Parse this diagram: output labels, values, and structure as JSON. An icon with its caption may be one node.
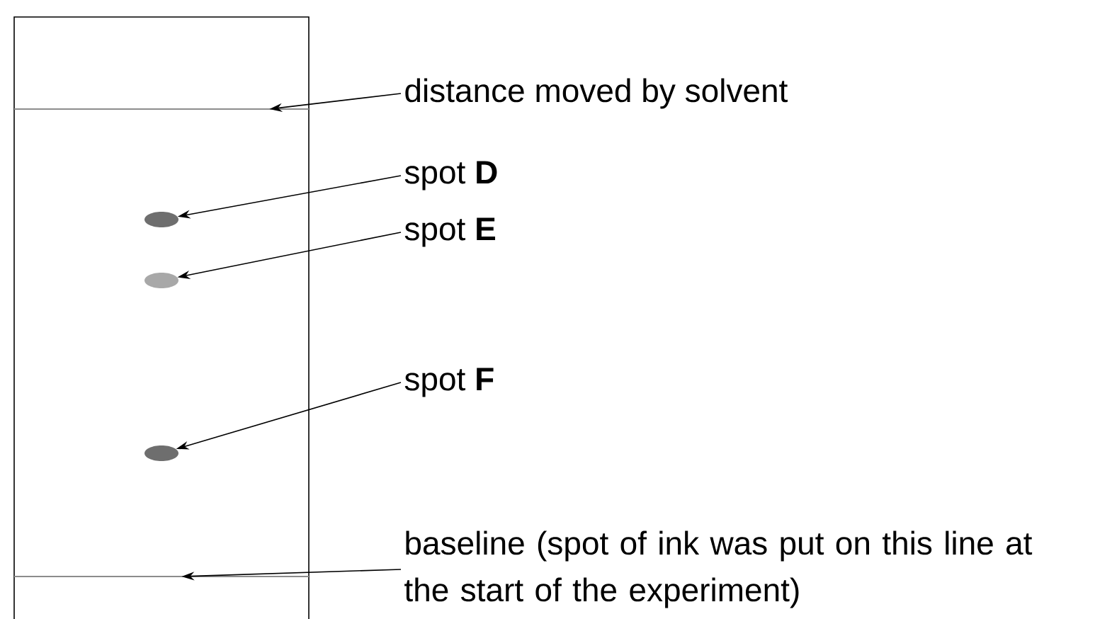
{
  "diagram": {
    "nodes": [
      {
        "text": [],
        "shape": "box"
      },
      {
        "text": [],
        "shape": "bar",
        "in": 0
      },
      {
        "text": [],
        "shape": "circle",
        "in": 0
      },
      {
        "text": [],
        "shape": "circle",
        "in": 0
      },
      {
        "text": [],
        "shape": "circle",
        "in": 0
      },
      {
        "text": [],
        "shape": "bar",
        "in": 0
      },
      {
        "text": [
          "distance moved by solvent"
        ]
      },
      {
        "text": [
          "spot **D**"
        ]
      },
      {
        "text": [
          "spot **E**"
        ]
      },
      {
        "text": [
          "spot **F**"
        ]
      },
      {
        "text": [
          "baseline (spot of ink was put on this line at the start of the experiment)"
        ]
      }
    ],
    "edges": [
      {
        "from": 6,
        "to": 1,
        "arrow": "to"
      },
      {
        "from": 7,
        "to": 2,
        "arrow": "to"
      },
      {
        "from": 8,
        "to": 3,
        "arrow": "to"
      },
      {
        "from": 9,
        "to": 4,
        "arrow": "to"
      },
      {
        "from": 10,
        "to": 5,
        "arrow": "to"
      }
    ]
  }
}
